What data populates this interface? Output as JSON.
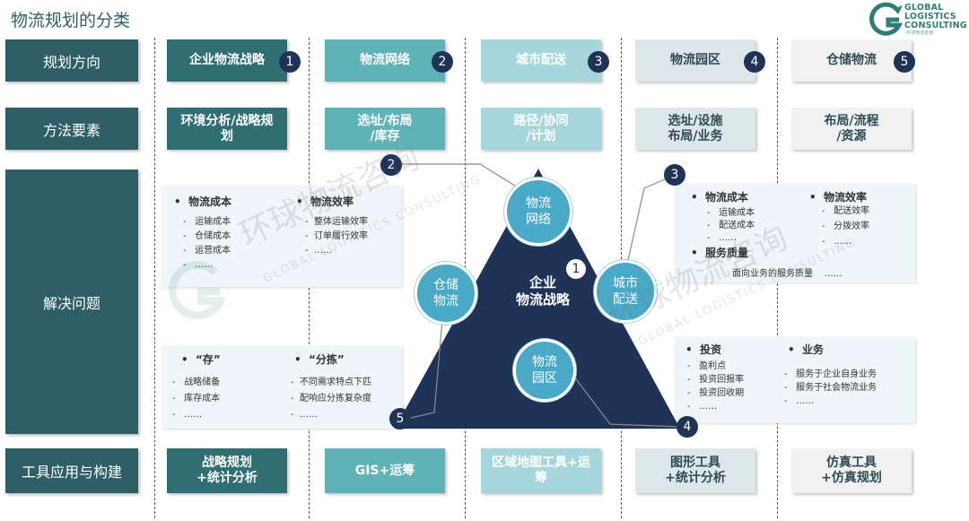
{
  "title": "物流规划的分类",
  "logo": {
    "line1": "GLOBAL",
    "line2": "LOGISTICS",
    "line3": "CONSULTING",
    "sub": "环球物流咨询"
  },
  "row_headers": [
    "规划方向",
    "方法要素",
    "解决问题",
    "工具应用与构建"
  ],
  "directions": [
    {
      "label": "企业物流战略",
      "num": "1"
    },
    {
      "label": "物流网络",
      "num": "2"
    },
    {
      "label": "城市配送",
      "num": "3"
    },
    {
      "label": "物流园区",
      "num": "4"
    },
    {
      "label": "仓储物流",
      "num": "5"
    }
  ],
  "methods": [
    {
      "line1": "环境分析/战略规",
      "line2": "划"
    },
    {
      "line1": "选址/布局",
      "line2": "/库存"
    },
    {
      "line1": "路径/协同",
      "line2": "/计划"
    },
    {
      "line1": "选址/设施",
      "line2": "布局/业务"
    },
    {
      "line1": "布局/流程",
      "line2": "/资源"
    }
  ],
  "tools": [
    {
      "line1": "战略规划",
      "line2": "+统计分析"
    },
    {
      "line1": "GIS+运筹",
      "line2": ""
    },
    {
      "line1": "区域地图工具+运",
      "line2": "筹"
    },
    {
      "line1": "图形工具",
      "line2": "+统计分析"
    },
    {
      "line1": "仿真工具",
      "line2": "+仿真规划"
    }
  ],
  "triangle": {
    "center_line1": "企业",
    "center_line2": "物流战略",
    "center_num": "1",
    "top_line1": "物流",
    "top_line2": "网络",
    "left_line1": "仓储",
    "left_line2": "物流",
    "right_line1": "城市",
    "right_line2": "配送",
    "bottom_line1": "物流",
    "bottom_line2": "园区"
  },
  "callout_nums": {
    "n2": "2",
    "n3": "3",
    "n4": "4",
    "n5": "5"
  },
  "panel_network": {
    "h1": "物流成本",
    "items1": [
      "运输成本",
      "仓储成本",
      "运营成本",
      "……"
    ],
    "h2": "物流效率",
    "items2": [
      "整体运输效率",
      "订单履行效率",
      "……"
    ]
  },
  "panel_city": {
    "h1": "物流成本",
    "items1": [
      "运输成本",
      "配送成本",
      "……"
    ],
    "h2": "物流效率",
    "items2": [
      "配送效率",
      "分拨效率",
      "……"
    ],
    "h3": "服务质量",
    "items3": [
      "面向业务的服务质量",
      "……"
    ]
  },
  "panel_storage": {
    "h1": "“存”",
    "items1": [
      "战略储备",
      "库存成本",
      "……"
    ],
    "h2": "“分拣”",
    "items2": [
      "不同需求特点下匹",
      "配响应分拣复杂度",
      "……"
    ]
  },
  "panel_park": {
    "h1": "投资",
    "items1": [
      "盈利点",
      "投资回报率",
      "投资回收期",
      "……"
    ],
    "h2": "业务",
    "items2": [
      "服务于企业自身业务",
      "服务于社会物流业务",
      "……"
    ]
  },
  "watermark": {
    "cn": "环球物流咨询",
    "en": "GLOBAL LOGISTICS CONSULTING"
  },
  "colors": {
    "header": "#2e5f66",
    "triangle": "#1f3356",
    "bubble": "#4aa9c6",
    "badge": "#1f3356"
  }
}
